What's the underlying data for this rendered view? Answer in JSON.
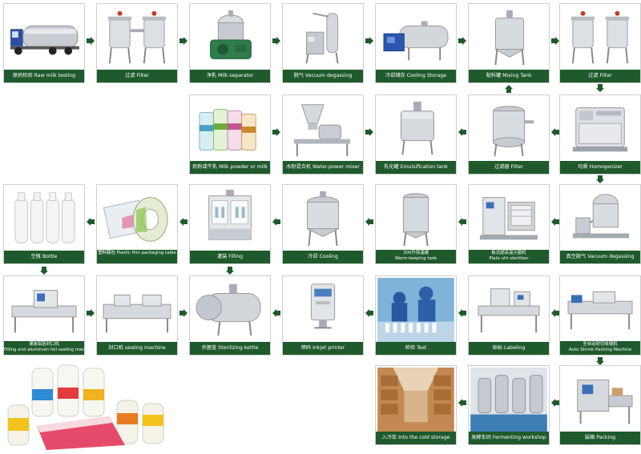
{
  "steps": {
    "raw_milk_testing": "原奶检验 Raw milk testing",
    "filter_1": "过滤 Filter",
    "milk_separator": "净乳 Milk separator",
    "vacuum_degassing_1": "脱气 Vacuum degassing",
    "cooling_storage": "冷却储存 Cooling Storage",
    "mixing_tank": "配料罐 Mixing Tank",
    "filter_2": "过滤 Filter",
    "milk_powder": "奶粉或牛乳 Milk powder or milk",
    "water_power_mixer": "水粉混合机 Water-power mixer",
    "emulsification_tank": "乳化罐 Emulsification tank",
    "filter_3": "过滤器 Filter",
    "homogenizer": "均质 Homogenizer",
    "vacuum_degassing_2": "真空脱气 Vacuum degassing",
    "plate_sterilizer_cn": "板式超高温灭菌机",
    "plate_sterilizer_en": "Plate uht sterilizer",
    "warm_keeping_cn": "300升保温罐",
    "warm_keeping_en": "Warm-keeping tank",
    "cooling": "冷却 Cooling",
    "filling": "灌装 Filling",
    "film_packaging": "塑料膜包 Plastic film packaging table",
    "bottle": "空瓶 Bottle",
    "filling_sealing_cn": "灌装铝箔封口机",
    "filling_sealing_en": "Filling and aluminum foil sealing machine",
    "sealing_machine": "封口机 sealing machine",
    "sterilizing_kettle": "杀菌釜 Sterilizing kettle",
    "inkjet_printer": "喷码 Inkjet printer",
    "test": "检验 Test",
    "labeling": "贴标 Labeling",
    "shrink_cn": "全自动封切收缩机",
    "shrink_en": "Auto Shrink Packing Machine",
    "packing": "装箱 Packing",
    "fermenting_workshop": "发酵车间 Fermenting workshop",
    "cold_storage": "入冷库 Into the cold storage"
  },
  "colors": {
    "caption_bg": "#1f5a2c",
    "arrow": "#1f5a2c",
    "border": "#cfcfcf"
  }
}
